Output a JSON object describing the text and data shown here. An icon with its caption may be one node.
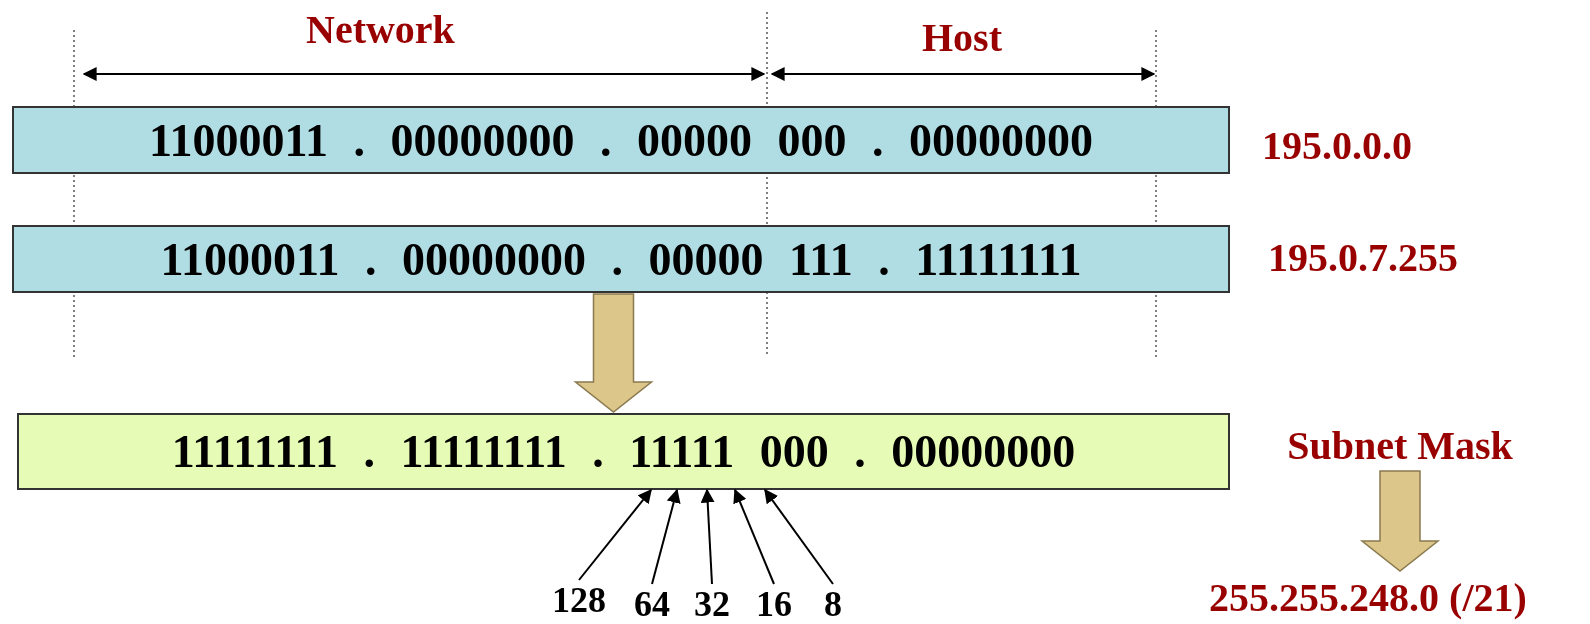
{
  "diagram": {
    "nodes": [
      {
        "text": [
          "11000011 . 00000000 . 00000 000 . 00000000"
        ],
        "beside": [
          "195.0.0.0"
        ]
      },
      {
        "text": [
          "11000011 . 00000000 . 00000 111 . 11111111"
        ],
        "beside": [
          "195.0.7.255"
        ]
      },
      {
        "text": [
          "11111111 . 11111111 . 11111 000 . 00000000"
        ]
      },
      {
        "text": [
          "Subnet Mask"
        ]
      },
      {
        "text": [
          "255.255.248.0 (/21)"
        ]
      },
      {
        "text": [
          "128"
        ]
      },
      {
        "text": [
          "64"
        ]
      },
      {
        "text": [
          "32"
        ]
      },
      {
        "text": [
          "16"
        ]
      },
      {
        "text": [
          "8"
        ]
      }
    ],
    "edges": [
      {
        "from": 1,
        "to": 2,
        "arrow": "to",
        "style": "thick",
        "color": "#dcc68a"
      },
      {
        "from": 3,
        "to": 4,
        "arrow": "to",
        "style": "thick",
        "color": "#dcc68a"
      },
      {
        "from": 5,
        "to": 2,
        "arrow": "to"
      },
      {
        "from": 6,
        "to": 2,
        "arrow": "to"
      },
      {
        "from": 7,
        "to": 2,
        "arrow": "to"
      },
      {
        "from": 8,
        "to": 2,
        "arrow": "to"
      },
      {
        "from": 9,
        "to": 2,
        "arrow": "to"
      }
    ],
    "labels": [
      "Network",
      "Host"
    ]
  }
}
